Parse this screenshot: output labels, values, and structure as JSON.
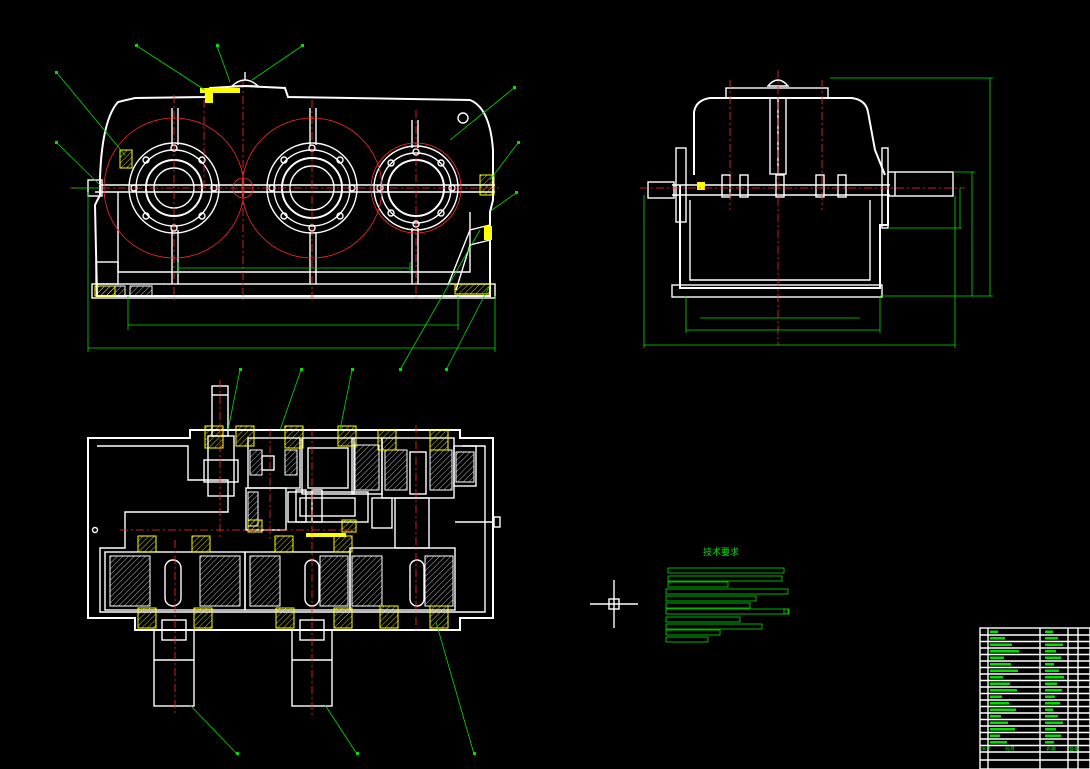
{
  "colors": {
    "background": "#000000",
    "outline": "#ffffff",
    "centerline": "#ff2a2a",
    "dimension": "#00e000",
    "bearing": "#ffff00"
  },
  "notes": {
    "title": "技术要求"
  },
  "title_block": {
    "col1": "序号",
    "col2": "代号",
    "col3": "名称",
    "col4": "数量"
  }
}
